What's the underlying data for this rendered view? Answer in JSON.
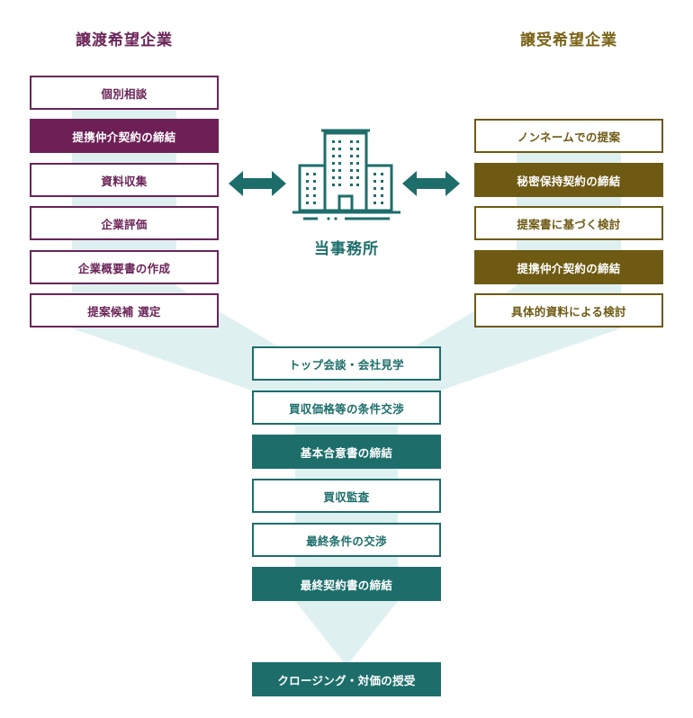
{
  "seller": {
    "heading": "譲渡希望企業",
    "steps": [
      {
        "label": "個別相談",
        "filled": false
      },
      {
        "label": "提携仲介契約の締結",
        "filled": true
      },
      {
        "label": "資料収集",
        "filled": false
      },
      {
        "label": "企業評価",
        "filled": false
      },
      {
        "label": "企業概要書の作成",
        "filled": false
      },
      {
        "label": "提案候補 選定",
        "filled": false
      }
    ]
  },
  "buyer": {
    "heading": "譲受希望企業",
    "steps": [
      {
        "label": "ノンネームでの提案",
        "filled": false
      },
      {
        "label": "秘密保持契約の締結",
        "filled": true
      },
      {
        "label": "提案書に基づく検討",
        "filled": false
      },
      {
        "label": "提携仲介契約の締結",
        "filled": true
      },
      {
        "label": "具体的資料による検討",
        "filled": false
      }
    ]
  },
  "office": {
    "label": "当事務所",
    "icon": "office-building-icon"
  },
  "joint": {
    "steps": [
      {
        "label": "トップ会談・会社見学",
        "filled": false
      },
      {
        "label": "買収価格等の条件交渉",
        "filled": false
      },
      {
        "label": "基本合意書の締結",
        "filled": true
      },
      {
        "label": "買収監査",
        "filled": false
      },
      {
        "label": "最終条件の交渉",
        "filled": false
      },
      {
        "label": "最終契約書の締結",
        "filled": true
      }
    ],
    "final": {
      "label": "クロージング・対価の授受",
      "filled": true
    }
  },
  "colors": {
    "seller": "#6e2056",
    "buyer": "#6e5a13",
    "center": "#1d6e6b",
    "funnel": "#dff0f1"
  }
}
